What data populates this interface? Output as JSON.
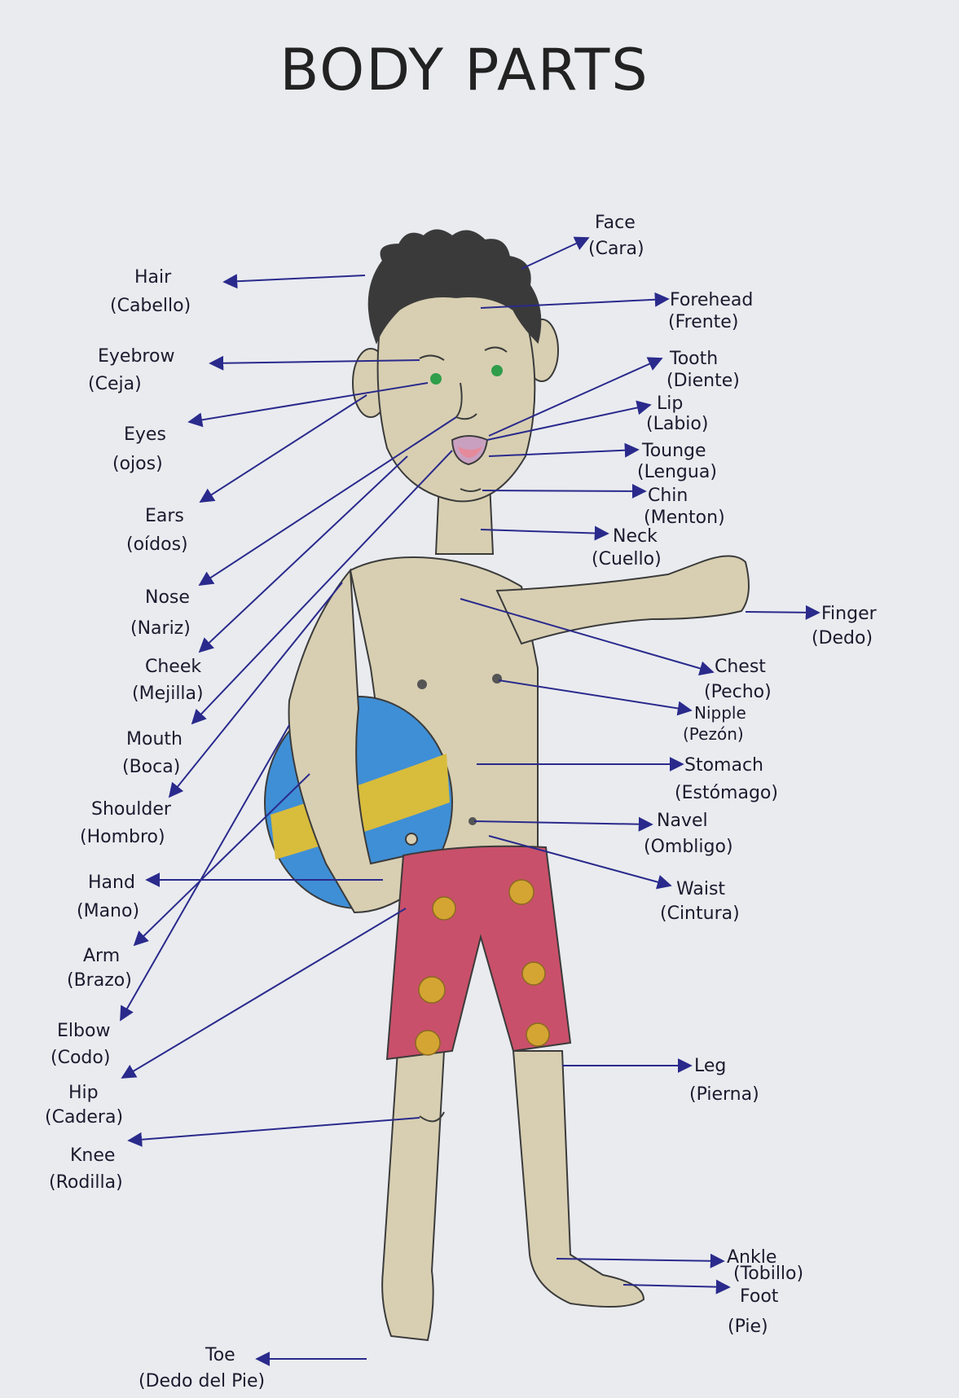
{
  "title": "BODY PARTS",
  "colors": {
    "paper": "#e9ebef",
    "ink": "#2a2a8c",
    "skin": "#d8cfb2",
    "hair": "#3a3a3a",
    "eye": "#2f9e4a",
    "shorts": "#c9506a",
    "flower": "#d4a532",
    "ball_blue": "#3f8fd6",
    "ball_yellow": "#d8bc3c"
  },
  "labels": [
    {
      "id": "face",
      "en": "Face",
      "es": "(Cara)"
    },
    {
      "id": "hair",
      "en": "Hair",
      "es": "(Cabello)"
    },
    {
      "id": "forehead",
      "en": "Forehead",
      "es": "(Frente)"
    },
    {
      "id": "eyebrow",
      "en": "Eyebrow",
      "es": "(Ceja)"
    },
    {
      "id": "tooth",
      "en": "Tooth",
      "es": "(Diente)"
    },
    {
      "id": "lip",
      "en": "Lip",
      "es": "(Labio)"
    },
    {
      "id": "eyes",
      "en": "Eyes",
      "es": "(ojos)"
    },
    {
      "id": "tounge",
      "en": "Tounge",
      "es": "(Lengua)"
    },
    {
      "id": "chin",
      "en": "Chin",
      "es": "(Menton)"
    },
    {
      "id": "ears",
      "en": "Ears",
      "es": "(oídos)"
    },
    {
      "id": "neck",
      "en": "Neck",
      "es": "(Cuello)"
    },
    {
      "id": "nose",
      "en": "Nose",
      "es": "(Nariz)"
    },
    {
      "id": "finger",
      "en": "Finger",
      "es": "(Dedo)"
    },
    {
      "id": "cheek",
      "en": "Cheek",
      "es": "(Mejilla)"
    },
    {
      "id": "chest",
      "en": "Chest",
      "es": "(Pecho)"
    },
    {
      "id": "nipple",
      "en": "Nipple",
      "es": "(Pezón)"
    },
    {
      "id": "mouth",
      "en": "Mouth",
      "es": "(Boca)"
    },
    {
      "id": "stomach",
      "en": "Stomach",
      "es": "(Estómago)"
    },
    {
      "id": "shoulder",
      "en": "Shoulder",
      "es": "(Hombro)"
    },
    {
      "id": "navel",
      "en": "Navel",
      "es": "(Ombligo)"
    },
    {
      "id": "hand",
      "en": "Hand",
      "es": "(Mano)"
    },
    {
      "id": "waist",
      "en": "Waist",
      "es": "(Cintura)"
    },
    {
      "id": "arm",
      "en": "Arm",
      "es": "(Brazo)"
    },
    {
      "id": "elbow",
      "en": "Elbow",
      "es": "(Codo)"
    },
    {
      "id": "leg",
      "en": "Leg",
      "es": "(Pierna)"
    },
    {
      "id": "hip",
      "en": "Hip",
      "es": "(Cadera)"
    },
    {
      "id": "knee",
      "en": "Knee",
      "es": "(Rodilla)"
    },
    {
      "id": "ankle",
      "en": "Ankle",
      "es": "(Tobillo)"
    },
    {
      "id": "foot",
      "en": "Foot",
      "es": "(Pie)"
    },
    {
      "id": "toe",
      "en": "Toe",
      "es": "(Dedo del Pie)"
    }
  ]
}
